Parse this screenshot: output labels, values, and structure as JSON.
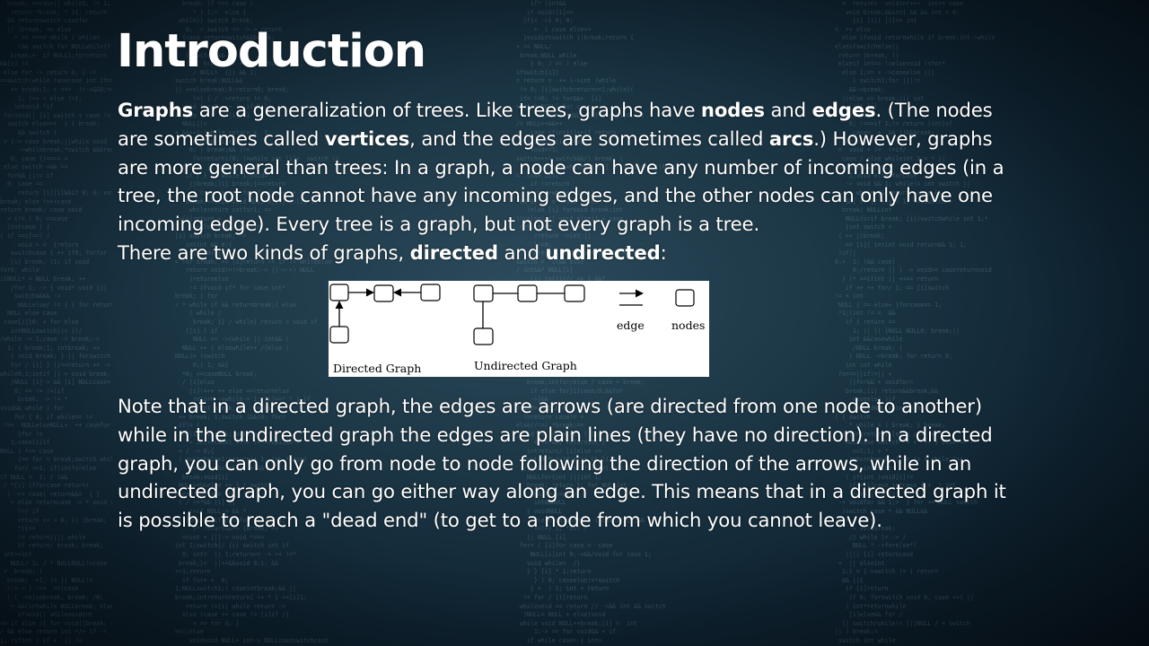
{
  "slide": {
    "title": "Introduction",
    "p1": {
      "t1": "Graphs",
      "t2": " are a generalization of trees. Like trees, graphs have ",
      "t3": "nodes",
      "t4": " and ",
      "t5": "edges",
      "t6": ". (The nodes are sometimes called ",
      "t7": "vertices",
      "t8": ", and the edges are sometimes called ",
      "t9": "arcs",
      "t10": ".) However, graphs are more general than trees: In a graph, a node can have any number of incoming edges (in a tree, the root node cannot have any incoming edges, and the other nodes can only have one incoming edge). Every tree is a graph, but not every graph is a tree."
    },
    "p2": {
      "t1": "There are two kinds of graphs, ",
      "t2": "directed",
      "t3": " and ",
      "t4": "undirected",
      "t5": ":"
    },
    "figure": {
      "directed_label": "Directed Graph",
      "undirected_label": "Undirected Graph",
      "edge_label": "edge",
      "nodes_label": "nodes"
    },
    "p3": "Note that in a directed graph, the edges are arrows (are directed from one node to another) while in the undirected graph the edges are plain lines (they have no direction). In a directed graph, you can only go from node to node following the direction of the arrows, while in an undirected graph, you can go either way along an edge. This means that in a directed graph it is possible to reach a \"dead end\" (to get to a node from which you cannot leave)."
  },
  "colors": {
    "text": "#ffffff",
    "background": "#1a3443",
    "figure_background": "#ffffff"
  }
}
